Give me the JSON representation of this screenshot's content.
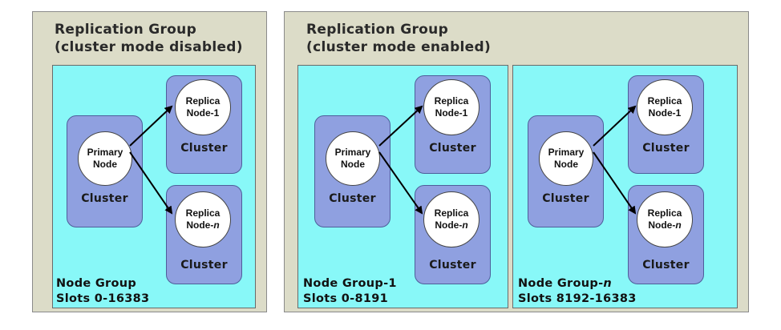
{
  "groups": {
    "disabled": {
      "title_line1": "Replication Group",
      "title_line2": "(cluster mode disabled)",
      "node_groups": [
        {
          "label_line1": "Node Group",
          "label_line2": "Slots 0-16383",
          "primary": {
            "line1": "Primary",
            "line2": "Node",
            "cluster": "Cluster"
          },
          "replica1": {
            "line1": "Replica",
            "line2": "Node-1",
            "cluster": "Cluster"
          },
          "replicaN": {
            "line1": "Replica",
            "line2_prefix": "Node-",
            "line2_suffix": "n",
            "cluster": "Cluster"
          }
        }
      ]
    },
    "enabled": {
      "title_line1": "Replication Group",
      "title_line2": "(cluster mode enabled)",
      "node_groups": [
        {
          "label_line1": "Node Group-1",
          "label_line2": "Slots 0-8191",
          "primary": {
            "line1": "Primary",
            "line2": "Node",
            "cluster": "Cluster"
          },
          "replica1": {
            "line1": "Replica",
            "line2": "Node-1",
            "cluster": "Cluster"
          },
          "replicaN": {
            "line1": "Replica",
            "line2_prefix": "Node-",
            "line2_suffix": "n",
            "cluster": "Cluster"
          }
        },
        {
          "label_line1_prefix": "Node Group-",
          "label_line1_suffix": "n",
          "label_line2": "Slots 8192-16383",
          "primary": {
            "line1": "Primary",
            "line2": "Node",
            "cluster": "Cluster"
          },
          "replica1": {
            "line1": "Replica",
            "line2": "Node-1",
            "cluster": "Cluster"
          },
          "replicaN": {
            "line1": "Replica",
            "line2_prefix": "Node-",
            "line2_suffix": "n",
            "cluster": "Cluster"
          }
        }
      ]
    }
  },
  "colors": {
    "replication_group_bg": "#dcdcc8",
    "node_group_bg": "#88f8f8",
    "cluster_bg": "#8fa0e0",
    "node_bg": "#ffffff"
  }
}
